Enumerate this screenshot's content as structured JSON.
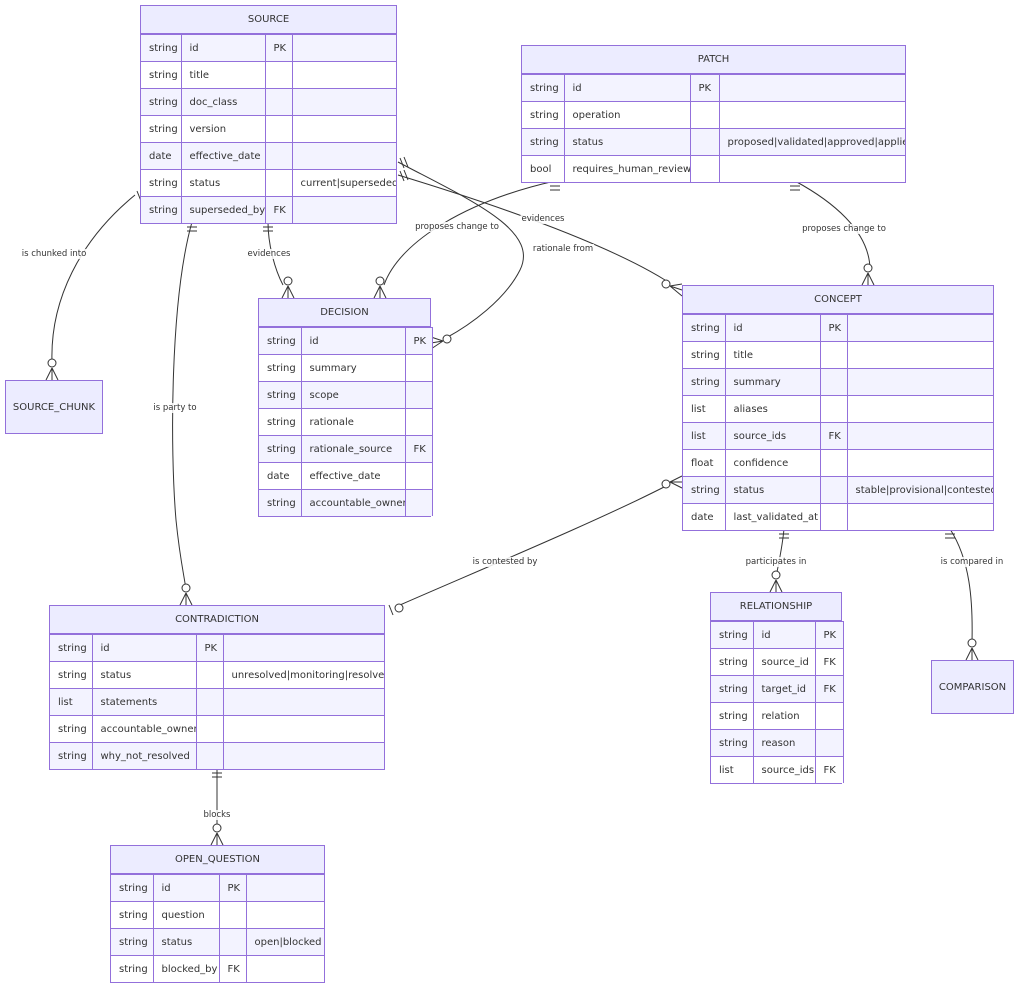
{
  "entities": [
    {
      "key": "source",
      "name": "SOURCE",
      "attributes": [
        {
          "type": "string",
          "name": "id",
          "key": "PK",
          "comment": ""
        },
        {
          "type": "string",
          "name": "title",
          "key": "",
          "comment": ""
        },
        {
          "type": "string",
          "name": "doc_class",
          "key": "",
          "comment": ""
        },
        {
          "type": "string",
          "name": "version",
          "key": "",
          "comment": ""
        },
        {
          "type": "date",
          "name": "effective_date",
          "key": "",
          "comment": ""
        },
        {
          "type": "string",
          "name": "status",
          "key": "",
          "comment": "current|superseded"
        },
        {
          "type": "string",
          "name": "superseded_by",
          "key": "FK",
          "comment": ""
        }
      ]
    },
    {
      "key": "patch",
      "name": "PATCH",
      "attributes": [
        {
          "type": "string",
          "name": "id",
          "key": "PK",
          "comment": ""
        },
        {
          "type": "string",
          "name": "operation",
          "key": "",
          "comment": ""
        },
        {
          "type": "string",
          "name": "status",
          "key": "",
          "comment": "proposed|validated|approved|applied"
        },
        {
          "type": "bool",
          "name": "requires_human_review",
          "key": "",
          "comment": ""
        }
      ]
    },
    {
      "key": "decision",
      "name": "DECISION",
      "attributes": [
        {
          "type": "string",
          "name": "id",
          "key": "PK",
          "comment": ""
        },
        {
          "type": "string",
          "name": "summary",
          "key": "",
          "comment": ""
        },
        {
          "type": "string",
          "name": "scope",
          "key": "",
          "comment": ""
        },
        {
          "type": "string",
          "name": "rationale",
          "key": "",
          "comment": ""
        },
        {
          "type": "string",
          "name": "rationale_source",
          "key": "FK",
          "comment": ""
        },
        {
          "type": "date",
          "name": "effective_date",
          "key": "",
          "comment": ""
        },
        {
          "type": "string",
          "name": "accountable_owner",
          "key": "",
          "comment": ""
        }
      ]
    },
    {
      "key": "concept",
      "name": "CONCEPT",
      "attributes": [
        {
          "type": "string",
          "name": "id",
          "key": "PK",
          "comment": ""
        },
        {
          "type": "string",
          "name": "title",
          "key": "",
          "comment": ""
        },
        {
          "type": "string",
          "name": "summary",
          "key": "",
          "comment": ""
        },
        {
          "type": "list",
          "name": "aliases",
          "key": "",
          "comment": ""
        },
        {
          "type": "list",
          "name": "source_ids",
          "key": "FK",
          "comment": ""
        },
        {
          "type": "float",
          "name": "confidence",
          "key": "",
          "comment": ""
        },
        {
          "type": "string",
          "name": "status",
          "key": "",
          "comment": "stable|provisional|contested"
        },
        {
          "type": "date",
          "name": "last_validated_at",
          "key": "",
          "comment": ""
        }
      ]
    },
    {
      "key": "source_chunk",
      "name": "SOURCE_CHUNK",
      "attributes": []
    },
    {
      "key": "contradiction",
      "name": "CONTRADICTION",
      "attributes": [
        {
          "type": "string",
          "name": "id",
          "key": "PK",
          "comment": ""
        },
        {
          "type": "string",
          "name": "status",
          "key": "",
          "comment": "unresolved|monitoring|resolved"
        },
        {
          "type": "list",
          "name": "statements",
          "key": "",
          "comment": ""
        },
        {
          "type": "string",
          "name": "accountable_owner",
          "key": "",
          "comment": ""
        },
        {
          "type": "string",
          "name": "why_not_resolved",
          "key": "",
          "comment": ""
        }
      ]
    },
    {
      "key": "relationship",
      "name": "RELATIONSHIP",
      "attributes": [
        {
          "type": "string",
          "name": "id",
          "key": "PK",
          "comment": ""
        },
        {
          "type": "string",
          "name": "source_id",
          "key": "FK",
          "comment": ""
        },
        {
          "type": "string",
          "name": "target_id",
          "key": "FK",
          "comment": ""
        },
        {
          "type": "string",
          "name": "relation",
          "key": "",
          "comment": ""
        },
        {
          "type": "string",
          "name": "reason",
          "key": "",
          "comment": ""
        },
        {
          "type": "list",
          "name": "source_ids",
          "key": "FK",
          "comment": ""
        }
      ]
    },
    {
      "key": "comparison",
      "name": "COMPARISON",
      "attributes": []
    },
    {
      "key": "open_question",
      "name": "OPEN_QUESTION",
      "attributes": [
        {
          "type": "string",
          "name": "id",
          "key": "PK",
          "comment": ""
        },
        {
          "type": "string",
          "name": "question",
          "key": "",
          "comment": ""
        },
        {
          "type": "string",
          "name": "status",
          "key": "",
          "comment": "open|blocked"
        },
        {
          "type": "string",
          "name": "blocked_by",
          "key": "FK",
          "comment": ""
        }
      ]
    }
  ],
  "relationships": [
    {
      "key": "source_chunk_rel",
      "from": "SOURCE",
      "to": "SOURCE_CHUNK",
      "label": "is chunked into",
      "from_card": "exactly-one",
      "to_card": "zero-or-more"
    },
    {
      "key": "source_decision",
      "from": "SOURCE",
      "to": "DECISION",
      "label": "evidences",
      "from_card": "exactly-one",
      "to_card": "zero-or-more"
    },
    {
      "key": "source_decision_rationale",
      "from": "SOURCE",
      "to": "DECISION",
      "label": "rationale from",
      "from_card": "exactly-one",
      "to_card": "zero-or-more"
    },
    {
      "key": "source_concept",
      "from": "SOURCE",
      "to": "CONCEPT",
      "label": "evidences",
      "from_card": "exactly-one",
      "to_card": "zero-or-more"
    },
    {
      "key": "source_contradiction",
      "from": "SOURCE",
      "to": "CONTRADICTION",
      "label": "is party to",
      "from_card": "exactly-one",
      "to_card": "zero-or-more"
    },
    {
      "key": "patch_decision",
      "from": "PATCH",
      "to": "DECISION",
      "label": "proposes change to",
      "from_card": "exactly-one",
      "to_card": "zero-or-more"
    },
    {
      "key": "patch_concept",
      "from": "PATCH",
      "to": "CONCEPT",
      "label": "proposes change to",
      "from_card": "exactly-one",
      "to_card": "zero-or-more"
    },
    {
      "key": "concept_contradiction",
      "from": "CONCEPT",
      "to": "CONTRADICTION",
      "label": "is contested by",
      "from_card": "zero-or-more",
      "to_card": "zero-or-one"
    },
    {
      "key": "concept_relationship",
      "from": "CONCEPT",
      "to": "RELATIONSHIP",
      "label": "participates in",
      "from_card": "exactly-one",
      "to_card": "zero-or-more"
    },
    {
      "key": "concept_comparison",
      "from": "CONCEPT",
      "to": "COMPARISON",
      "label": "is compared in",
      "from_card": "exactly-one",
      "to_card": "zero-or-more"
    },
    {
      "key": "contradiction_open_question",
      "from": "CONTRADICTION",
      "to": "OPEN_QUESTION",
      "label": "blocks",
      "from_card": "exactly-one",
      "to_card": "zero-or-more"
    }
  ],
  "colors": {
    "entity_fill": "#ECECFF",
    "entity_border": "#9370DB",
    "row_alt": "#F3F3FF",
    "line": "#333333",
    "text": "#333333"
  }
}
